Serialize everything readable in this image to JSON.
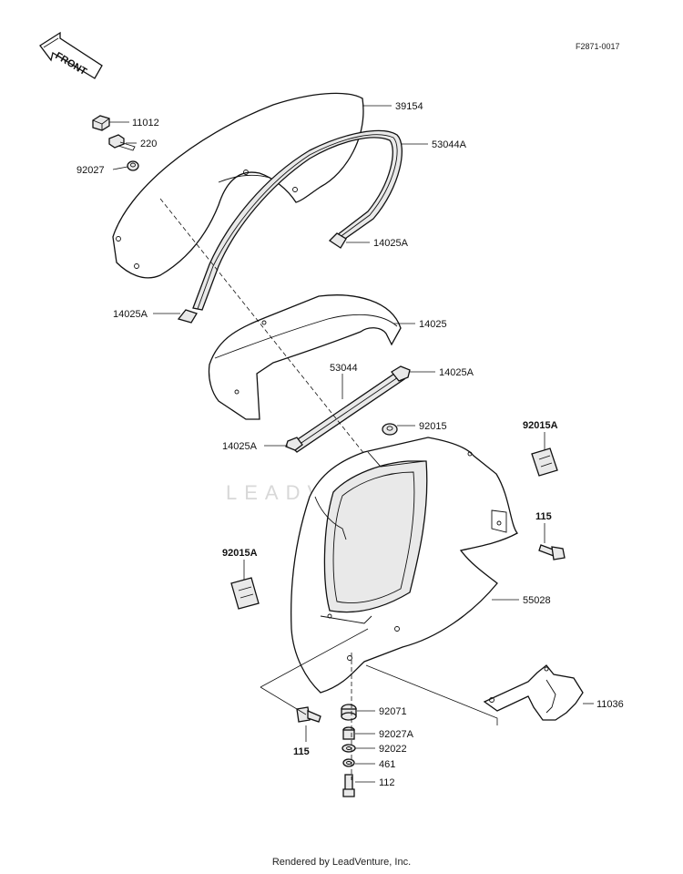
{
  "figure_ref": "F2871-0017",
  "front_marker": "FRONT",
  "watermark": "LEADVENTURE",
  "footer": "Rendered by LeadVenture, Inc.",
  "callouts": {
    "c11012": "11012",
    "c220": "220",
    "c92027": "92027",
    "c39154": "39154",
    "c53044A": "53044A",
    "c14025A_top": "14025A",
    "c14025A_left": "14025A",
    "c14025": "14025",
    "c53044": "53044",
    "c14025A_mid": "14025A",
    "c92015": "92015",
    "c14025A_low": "14025A",
    "c92015A_right": "92015A",
    "c115_right": "115",
    "c92015A_left": "92015A",
    "c55028": "55028",
    "c92071": "92071",
    "c92027A": "92027A",
    "c92022": "92022",
    "c461": "461",
    "c112": "112",
    "c115_bottom": "115",
    "c11036": "11036"
  }
}
